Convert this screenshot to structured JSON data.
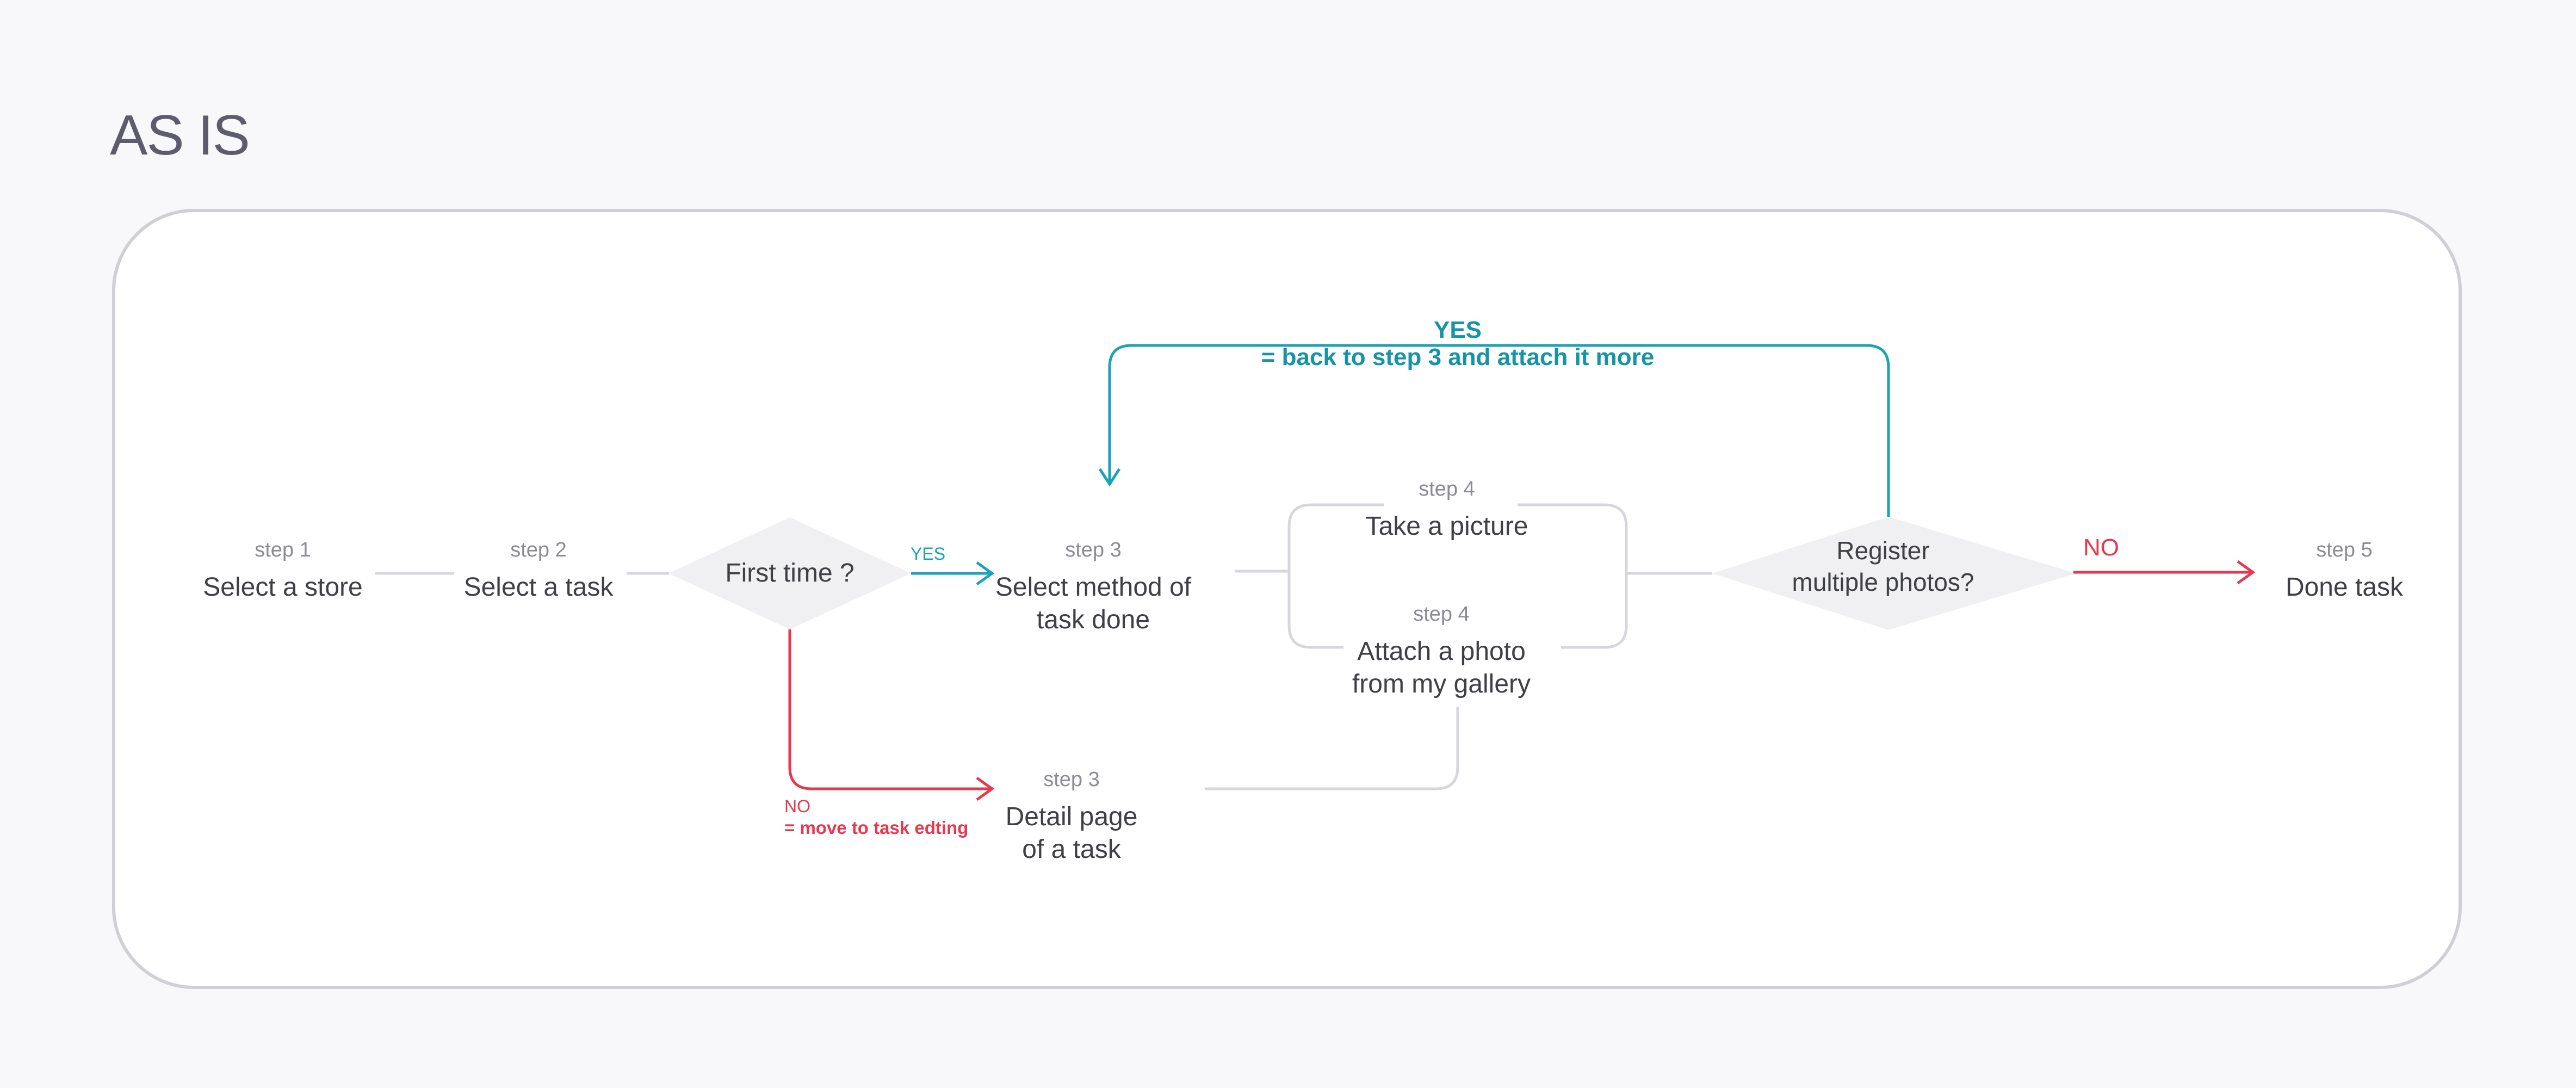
{
  "title": "AS IS",
  "colors": {
    "connector": "#d6d6dc",
    "decision_fill": "#f0f0f2",
    "yes": "#1aa2b8",
    "no": "#e8384f"
  },
  "steps": {
    "s1": {
      "step": "step 1",
      "text": "Select a store"
    },
    "s2": {
      "step": "step 2",
      "text": "Select a task"
    },
    "s3a": {
      "step": "step 3",
      "text": "Select method of\ntask done"
    },
    "s3b": {
      "step": "step 3",
      "text": "Detail page\nof a task"
    },
    "s4a": {
      "step": "step 4",
      "text": "Take a picture"
    },
    "s4b": {
      "step": "step 4",
      "text": "Attach a photo\nfrom my gallery"
    },
    "s5": {
      "step": "step 5",
      "text": "Done task"
    }
  },
  "decisions": {
    "first_time": "First time ?",
    "register": "Register\nmultiple photos?"
  },
  "labels": {
    "yes_small": "YES",
    "no_small": "NO",
    "no_small_note": "= move to task edting",
    "yes_loop": "YES",
    "yes_loop_note": "= back to step 3 and attach it more",
    "no_right": "NO"
  }
}
